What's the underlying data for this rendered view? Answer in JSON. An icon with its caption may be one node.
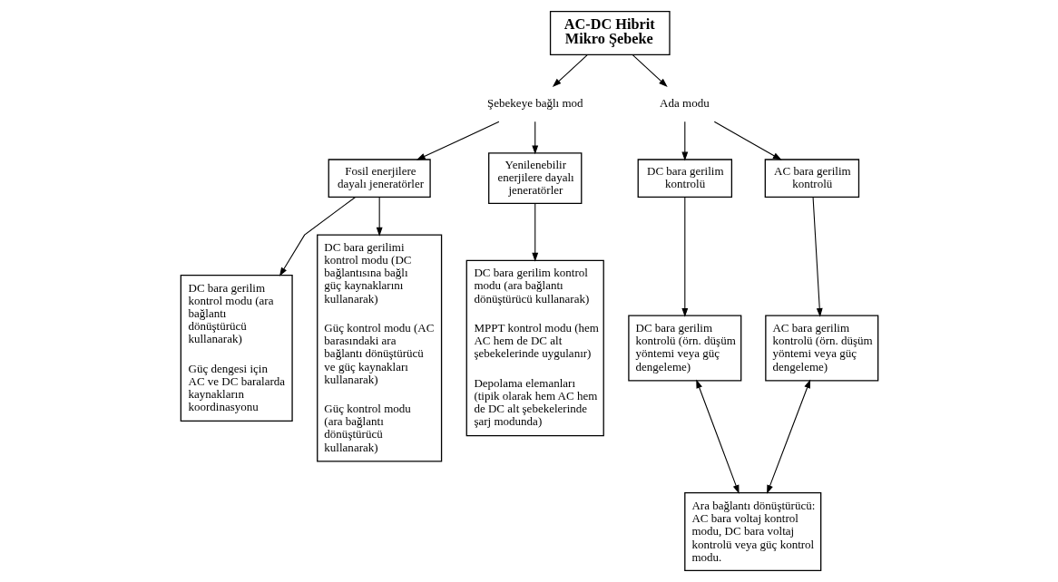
{
  "diagram": {
    "nodes": [
      {
        "text": [
          "AC-DC Hibrit Mikro Şebeke"
        ]
      },
      {
        "text": [
          "Şebekeye bağlı mod"
        ]
      },
      {
        "text": [
          "Ada modu"
        ]
      },
      {
        "text": [
          "Fosil enerjilere dayalı jeneratörler"
        ]
      },
      {
        "text": [
          "Yenilenebilir enerjilere dayalı jeneratörler"
        ]
      },
      {
        "text": [
          "DC bara gerilim kontrolü"
        ]
      },
      {
        "text": [
          "AC bara gerilim kontrolü"
        ]
      },
      {
        "text": [
          "DC bara gerilim kontrol modu (ara bağlantı dönüştürücü kullanarak)",
          "Güç dengesi için AC ve DC baralarda kaynakların koordinasyonu"
        ]
      },
      {
        "text": [
          "DC bara gerilimi kontrol modu (DC bağlantısına bağlı güç kaynaklarını kullanarak)",
          "Güç kontrol modu (AC barasındaki ara bağlantı dönüştürücü ve güç kaynakları kullanarak)",
          "Güç kontrol modu (ara bağlantı dönüştürücü kullanarak)"
        ]
      },
      {
        "text": [
          "DC bara gerilim kontrol modu (ara bağlantı dönüştürücü kullanarak)",
          "MPPT kontrol modu (hem AC hem de DC alt şebekelerinde uygulanır)",
          "Depolama elemanları (tipik olarak hem AC hem de DC alt şebekelerinde şarj modunda)"
        ]
      },
      {
        "text": [
          "DC bara gerilim kontrolü (örn. düşüm yöntemi veya güç dengeleme)"
        ]
      },
      {
        "text": [
          "AC bara gerilim kontrolü (örn. düşüm yöntemi veya güç dengeleme)"
        ]
      },
      {
        "text": [
          "Ara bağlantı dönüştürücü: AC bara voltaj kontrol modu, DC bara voltaj kontrolü veya güç kontrol modu."
        ]
      }
    ],
    "edges": [
      {
        "from": 0,
        "to": 1,
        "arrow": "to"
      },
      {
        "from": 0,
        "to": 2,
        "arrow": "to"
      },
      {
        "from": 1,
        "to": 3,
        "arrow": "to"
      },
      {
        "from": 1,
        "to": 4,
        "arrow": "to"
      },
      {
        "from": 2,
        "to": 5,
        "arrow": "to"
      },
      {
        "from": 2,
        "to": 6,
        "arrow": "to"
      },
      {
        "from": 3,
        "to": 7,
        "arrow": "to"
      },
      {
        "from": 3,
        "to": 8,
        "arrow": "to"
      },
      {
        "from": 4,
        "to": 9,
        "arrow": "to"
      },
      {
        "from": 5,
        "to": 10,
        "arrow": "to"
      },
      {
        "from": 6,
        "to": 11,
        "arrow": "to"
      },
      {
        "from": 10,
        "to": 12,
        "arrow": "both"
      },
      {
        "from": 11,
        "to": 12,
        "arrow": "both"
      }
    ]
  }
}
